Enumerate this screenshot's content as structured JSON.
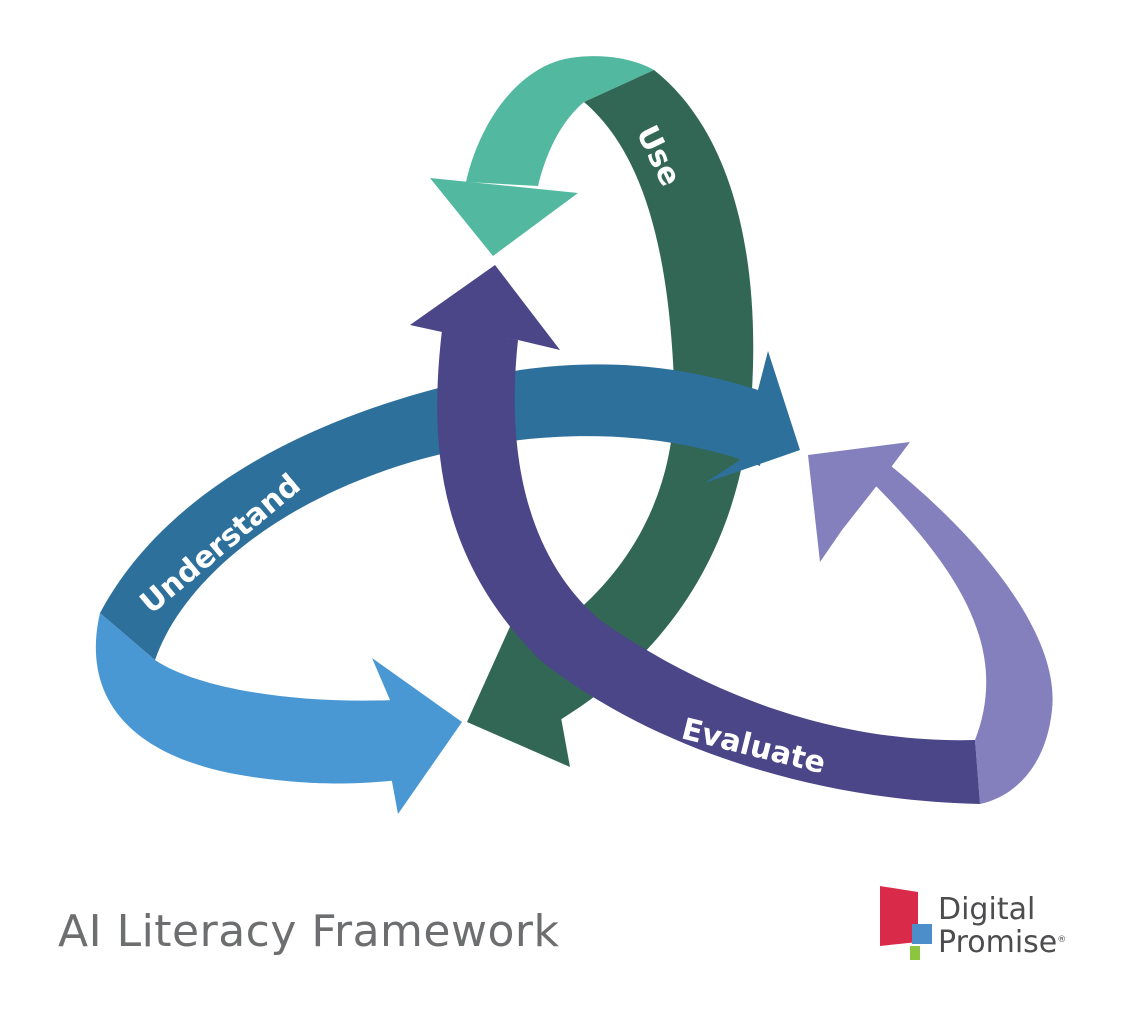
{
  "diagram": {
    "cycles": [
      {
        "label": "Use",
        "colors": {
          "light": "#52b9a0",
          "dark": "#326756"
        }
      },
      {
        "label": "Understand",
        "colors": {
          "light": "#4a98d3",
          "dark": "#2e709c"
        }
      },
      {
        "label": "Evaluate",
        "colors": {
          "light": "#8380bd",
          "dark": "#4a4688"
        }
      }
    ]
  },
  "footer": {
    "title": "AI Literacy Framework"
  },
  "brand": {
    "line1": "Digital",
    "line2": "Promise",
    "registered": "®",
    "colors": {
      "red": "#d92a4a",
      "blue": "#4b8ec9",
      "green": "#8cc63f"
    }
  }
}
